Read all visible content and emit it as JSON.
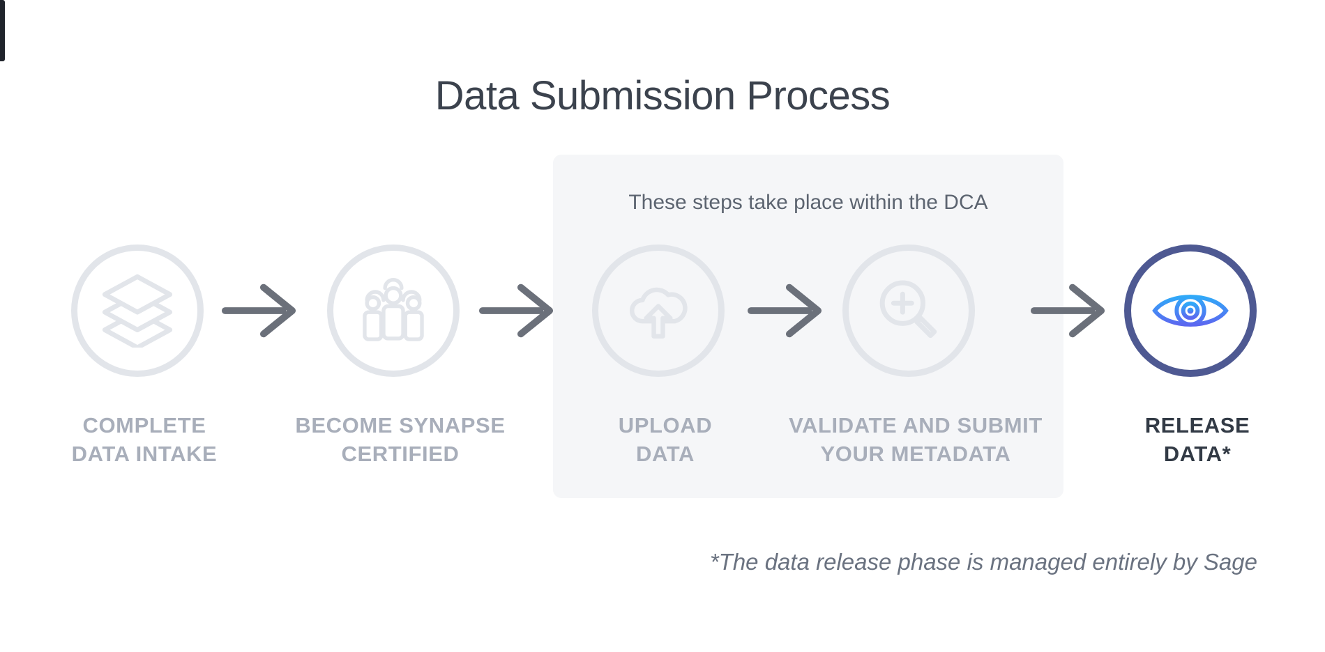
{
  "title": "Data Submission Process",
  "dca_box": {
    "caption": "These steps take place within the DCA"
  },
  "steps": [
    {
      "name": "complete-data-intake",
      "icon": "layers-icon",
      "label_line1": "COMPLETE",
      "label_line2": "DATA INTAKE",
      "in_dca": false,
      "highlighted": false
    },
    {
      "name": "become-synapse-certified",
      "icon": "group-icon",
      "label_line1": "BECOME SYNAPSE",
      "label_line2": "CERTIFIED",
      "in_dca": false,
      "highlighted": false
    },
    {
      "name": "upload-data",
      "icon": "cloud-upload-icon",
      "label_line1": "UPLOAD",
      "label_line2": "DATA",
      "in_dca": true,
      "highlighted": false
    },
    {
      "name": "validate-and-submit-your-metadata",
      "icon": "magnifier-plus-icon",
      "label_line1": "VALIDATE AND SUBMIT",
      "label_line2": "YOUR METADATA",
      "in_dca": true,
      "highlighted": false
    },
    {
      "name": "release-data",
      "icon": "eye-icon",
      "label_line1": "RELEASE",
      "label_line2": "DATA*",
      "in_dca": false,
      "highlighted": true
    }
  ],
  "footnote": "*The data release phase is managed entirely by Sage",
  "colors": {
    "background": "#ffffff",
    "dca_box_bg": "#f5f6f8",
    "icon_gray": "#e2e5ea",
    "arrow_gray": "#6b707a",
    "label_gray": "#a8aeba",
    "label_dark": "#323a45",
    "title_dark": "#3b424d",
    "caption_gray": "#5c6470",
    "footnote_gray": "#6a7280",
    "highlight_ring": "#4e5992",
    "eye_gradient_top": "#30a9f8",
    "eye_gradient_bottom": "#5b68f0"
  }
}
